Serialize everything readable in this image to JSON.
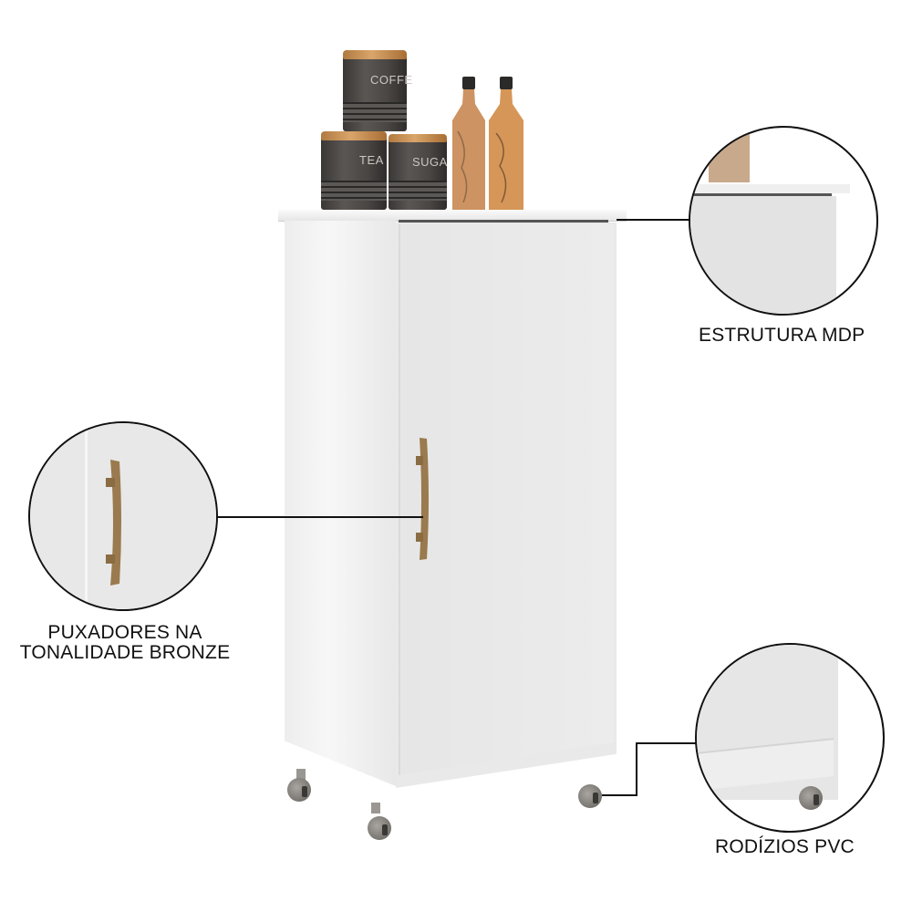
{
  "product": {
    "name": "white single-door kitchen cabinet on casters",
    "colors": {
      "body": "#f2f2f2",
      "door": "#ececec",
      "handle_bronze": "#9a7a4e",
      "canister": "#4a4644",
      "lid_wood": "#c48d50",
      "bottle": "#c98a55",
      "caster": "#8a8681",
      "line": "#111111"
    }
  },
  "decor": {
    "canisters": [
      {
        "label": "COFFE"
      },
      {
        "label": "TEA"
      },
      {
        "label": "SUGA"
      }
    ],
    "bottles_count": 2
  },
  "callouts": [
    {
      "id": "structure",
      "label": "ESTRUTURA MDP"
    },
    {
      "id": "handles",
      "line1": "PUXADORES NA",
      "line2": "TONALIDADE BRONZE"
    },
    {
      "id": "casters",
      "label": "RODÍZIOS PVC"
    }
  ]
}
